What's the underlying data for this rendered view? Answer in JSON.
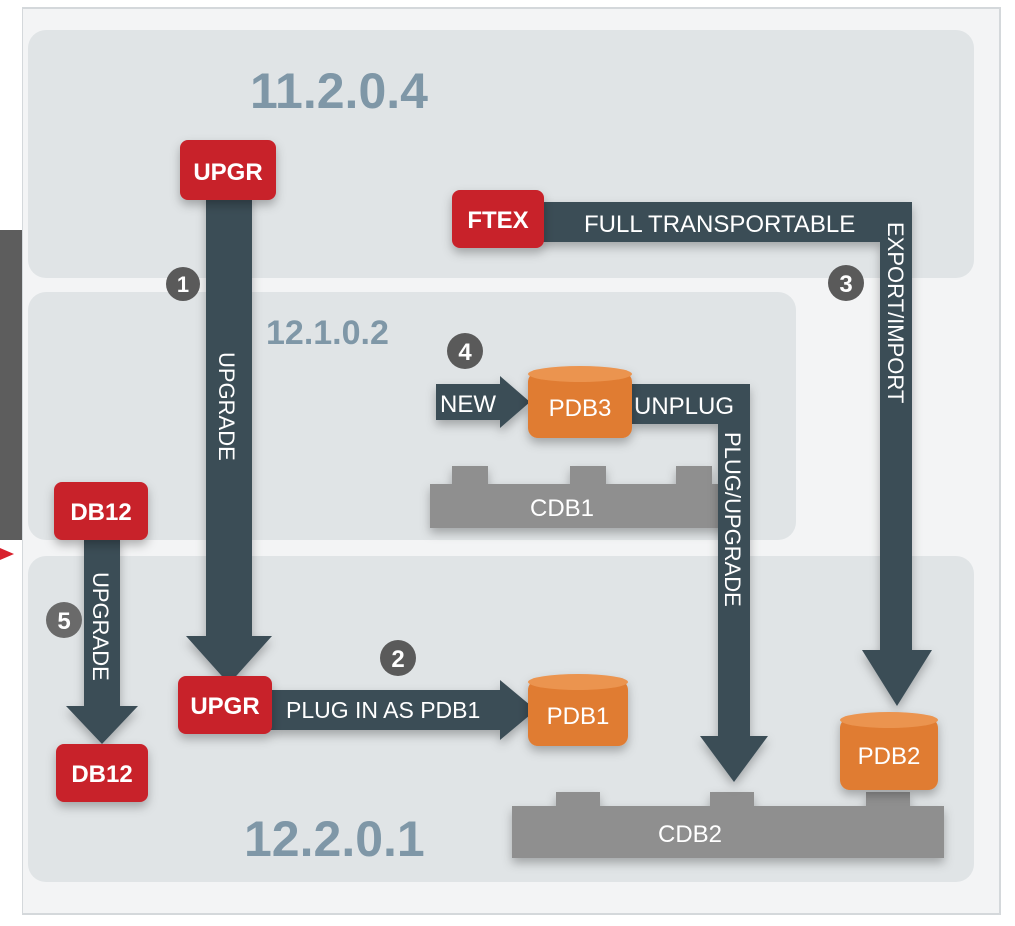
{
  "versions": {
    "v11": "11.2.0.4",
    "v121": "12.1.0.2",
    "v122": "12.2.0.1"
  },
  "nodes": {
    "upgr_top": "UPGR",
    "upgr_bottom": "UPGR",
    "ftex": "FTEX",
    "db12_top": "DB12",
    "db12_bottom": "DB12",
    "pdb1": "PDB1",
    "pdb2": "PDB2",
    "pdb3": "PDB3",
    "cdb1": "CDB1",
    "cdb2": "CDB2"
  },
  "flows": {
    "upgrade_main": "UPGRADE",
    "upgrade_db12": "UPGRADE",
    "full_transportable": "FULL TRANSPORTABLE",
    "export_import": "EXPORT/IMPORT",
    "new": "NEW",
    "unplug": "UNPLUG",
    "plug_upgrade": "PLUG/UPGRADE",
    "plug_in": "PLUG IN AS PDB1"
  },
  "steps": [
    "1",
    "2",
    "3",
    "4",
    "5"
  ],
  "colors": {
    "panel": "#e3e6e8",
    "arrow": "#3b4d57",
    "red": "#c8212c",
    "orange": "#e07c31",
    "gray_bar": "#8f8f8f",
    "version_text": "#7f97a7",
    "badge": "#5a5a5a"
  }
}
